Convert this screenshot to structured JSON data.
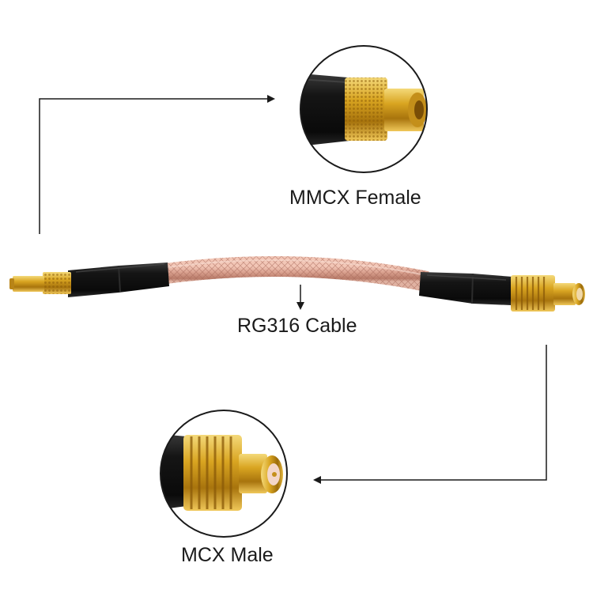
{
  "labels": {
    "top_connector": "MMCX Female",
    "cable": "RG316 Cable",
    "bottom_connector": "MCX Male"
  },
  "colors": {
    "background": "#ffffff",
    "cable_sheath": "#d9a08e",
    "heatshrink": "#151515",
    "gold": "#d9a521",
    "text": "#1a1a1a",
    "callout_line": "#1a1a1a"
  },
  "icons": [
    "arrow-right-icon",
    "arrow-left-icon",
    "arrow-down-icon"
  ]
}
